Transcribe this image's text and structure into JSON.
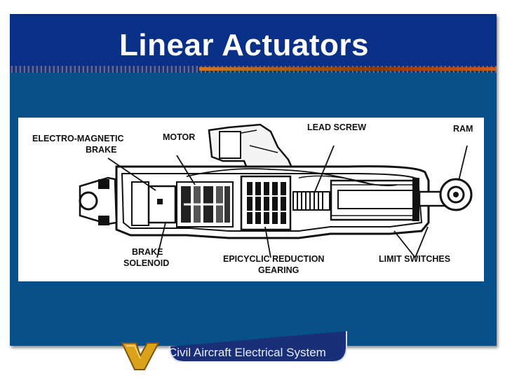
{
  "slide": {
    "title": "Linear Actuators",
    "footer": "Civil Aircraft Electrical System"
  },
  "diagram": {
    "labels": {
      "electromagnetic_brake_line1": "ELECTRO-MAGNETIC",
      "electromagnetic_brake_line2": "BRAKE",
      "motor": "MOTOR",
      "lead_screw": "LEAD SCREW",
      "ram": "RAM",
      "brake_solenoid_line1": "BRAKE",
      "brake_solenoid_line2": "SOLENOID",
      "epicyclic_line1": "EPICYCLIC REDUCTION",
      "epicyclic_line2": "GEARING",
      "limit_switches": "LIMIT SWITCHES"
    }
  },
  "colors": {
    "slide_background": "#07508a",
    "title_band": "#0a2f86",
    "title_text": "#ffffff",
    "logo": "#d9a21a"
  }
}
